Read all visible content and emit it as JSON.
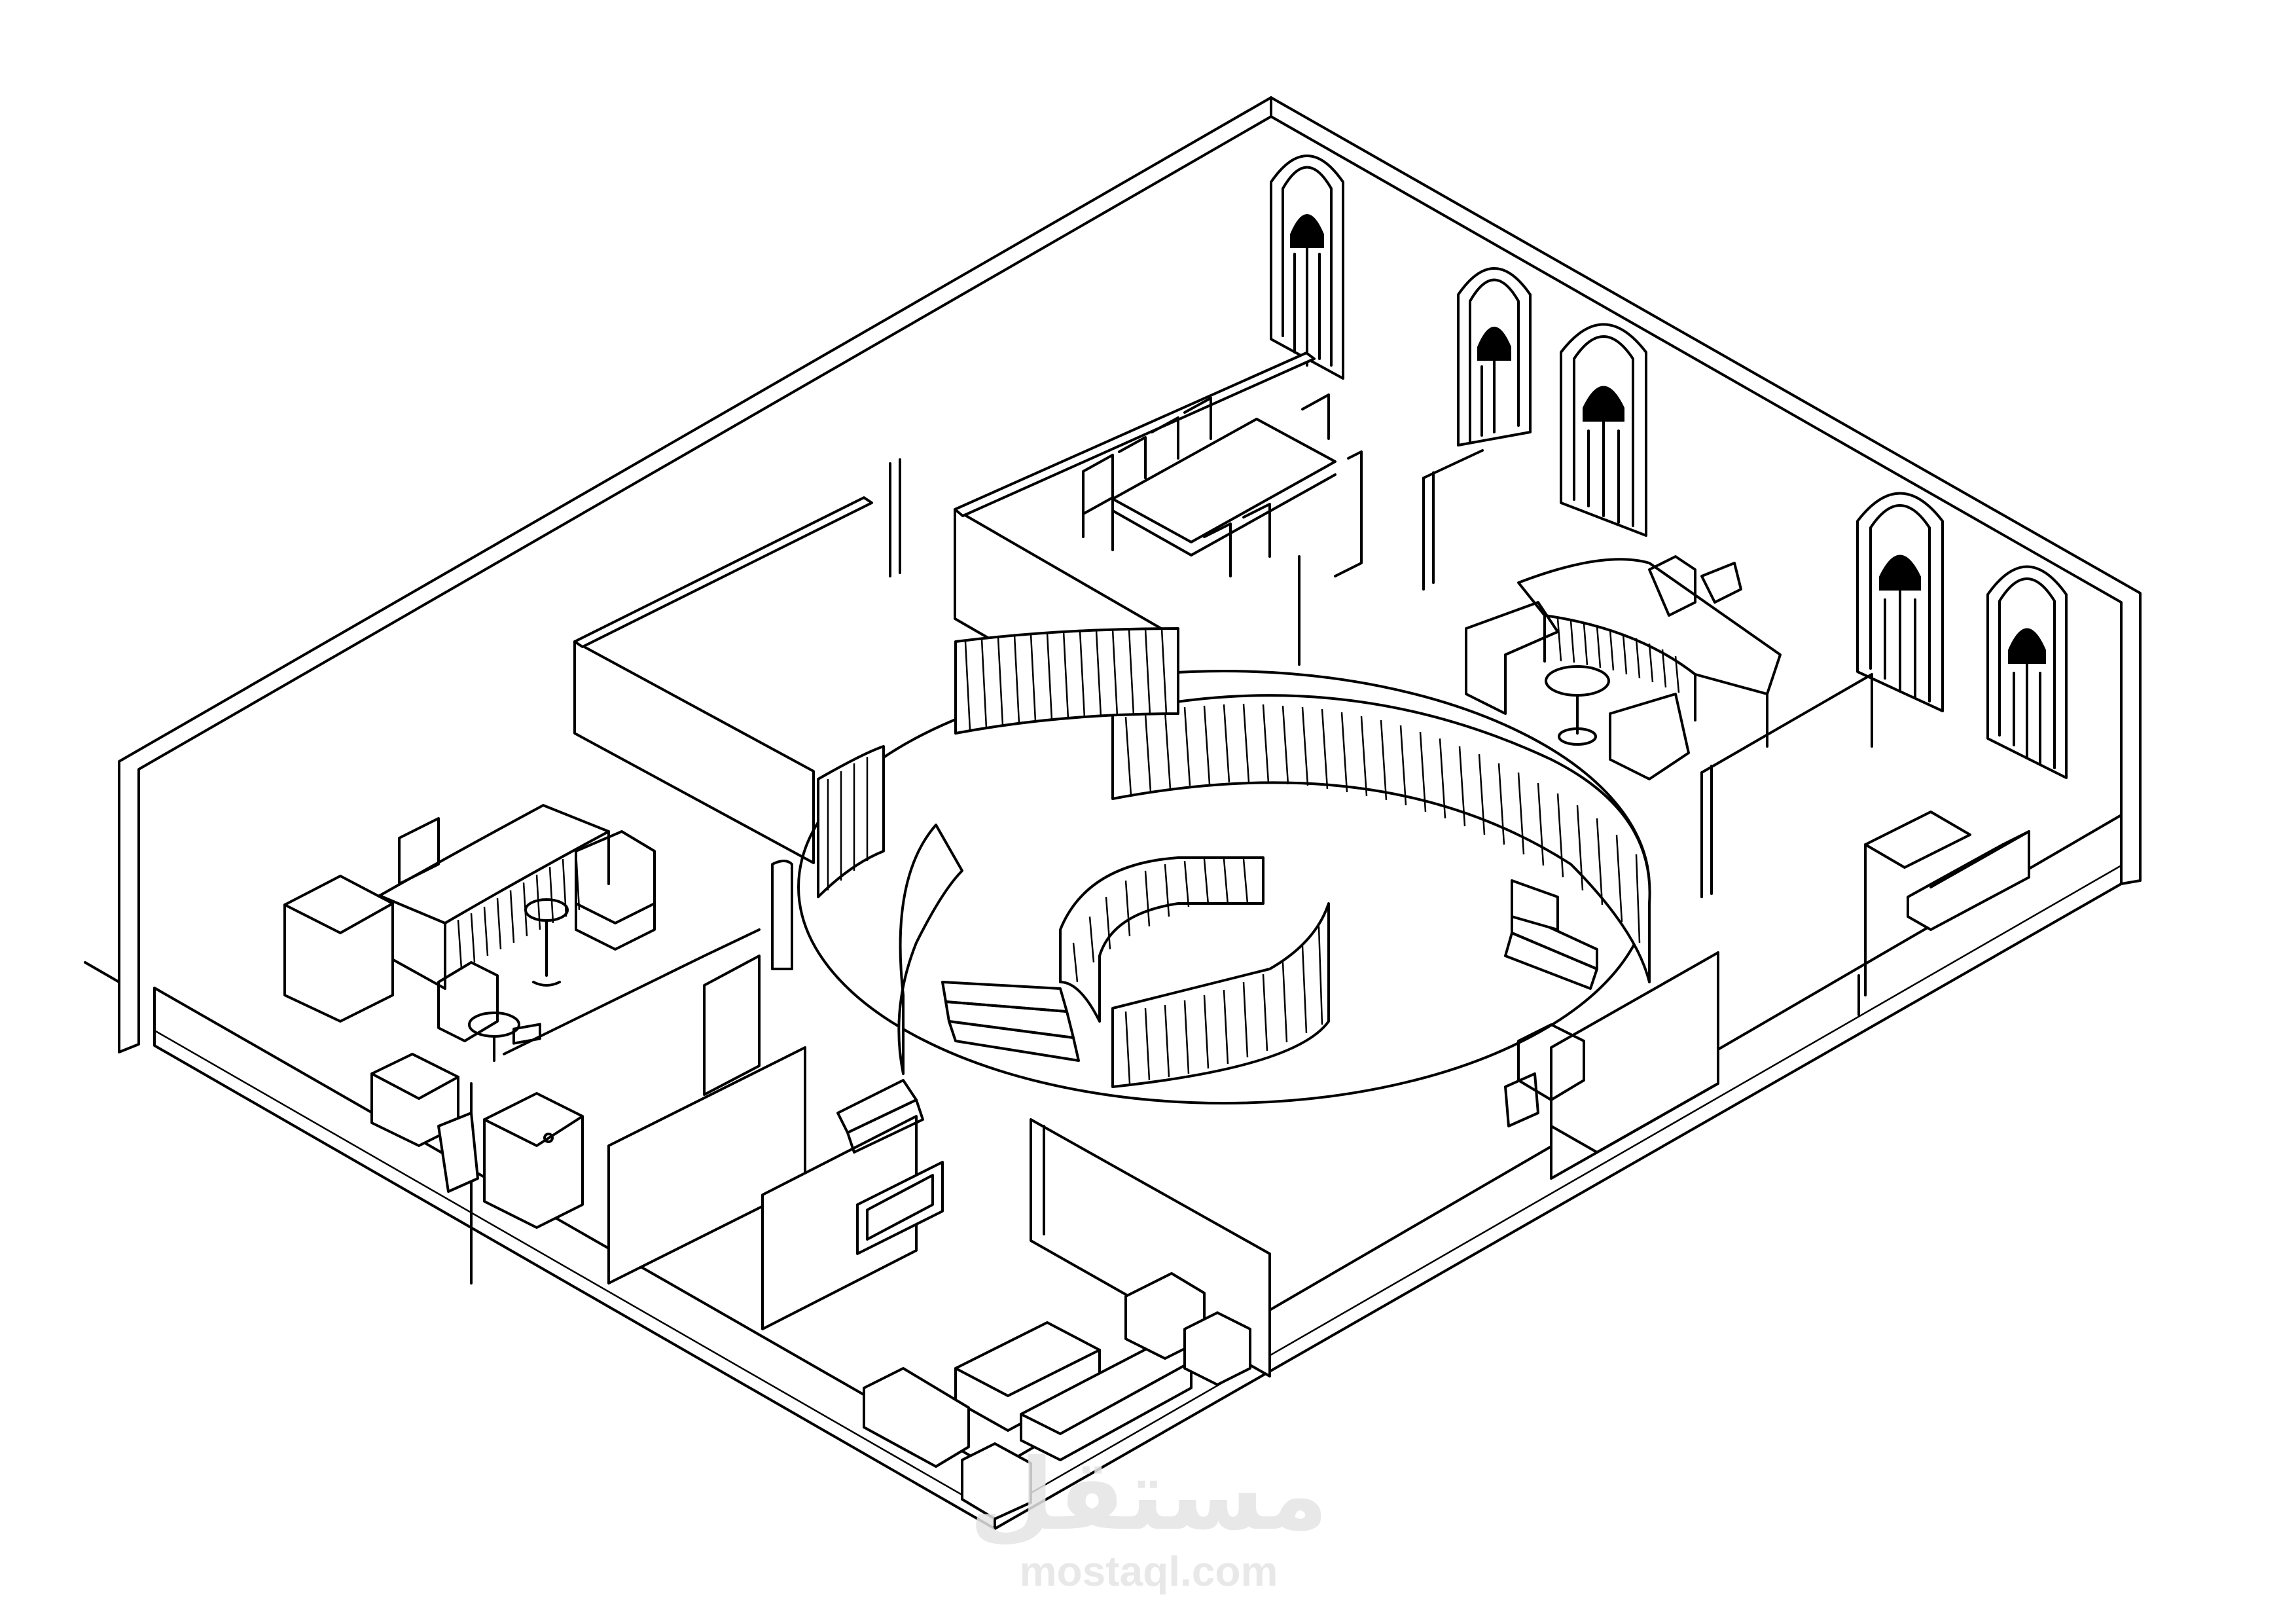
{
  "watermark": {
    "brand_arabic": "مستقل",
    "site": "mostaql.com"
  },
  "drawing": {
    "style": "isometric line drawing",
    "line_color": "#000000",
    "background": "#ffffff",
    "watermark_color": "#e4e4e4"
  }
}
